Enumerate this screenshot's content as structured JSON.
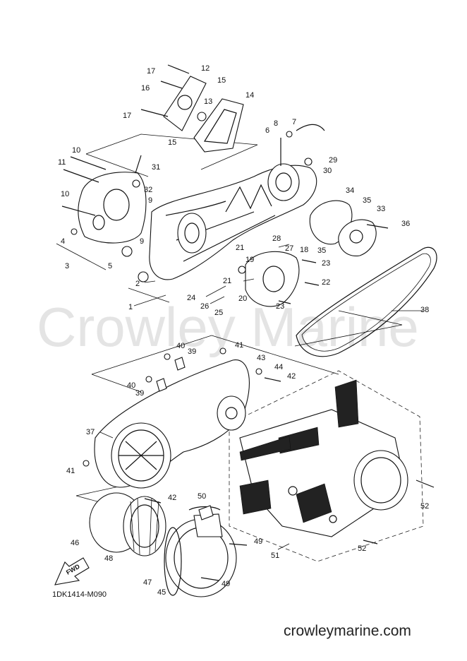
{
  "diagram_code": "1DK1414-M090",
  "watermark": "Crowley Marine",
  "site_url": "crowleymarine.com",
  "fwd_label": "FWD",
  "callouts": [
    "1",
    "2",
    "3",
    "4",
    "5",
    "6",
    "7",
    "8",
    "9",
    "9",
    "10",
    "10",
    "11",
    "12",
    "13",
    "14",
    "15",
    "15",
    "16",
    "17",
    "17",
    "18",
    "19",
    "20",
    "21",
    "21",
    "22",
    "23",
    "23",
    "24",
    "25",
    "26",
    "27",
    "28",
    "29",
    "30",
    "31",
    "32",
    "33",
    "34",
    "35",
    "35",
    "36",
    "37",
    "38",
    "39",
    "39",
    "40",
    "40",
    "41",
    "41",
    "42",
    "42",
    "43",
    "44",
    "45",
    "46",
    "47",
    "48",
    "49",
    "49",
    "50",
    "51",
    "52",
    "52"
  ]
}
